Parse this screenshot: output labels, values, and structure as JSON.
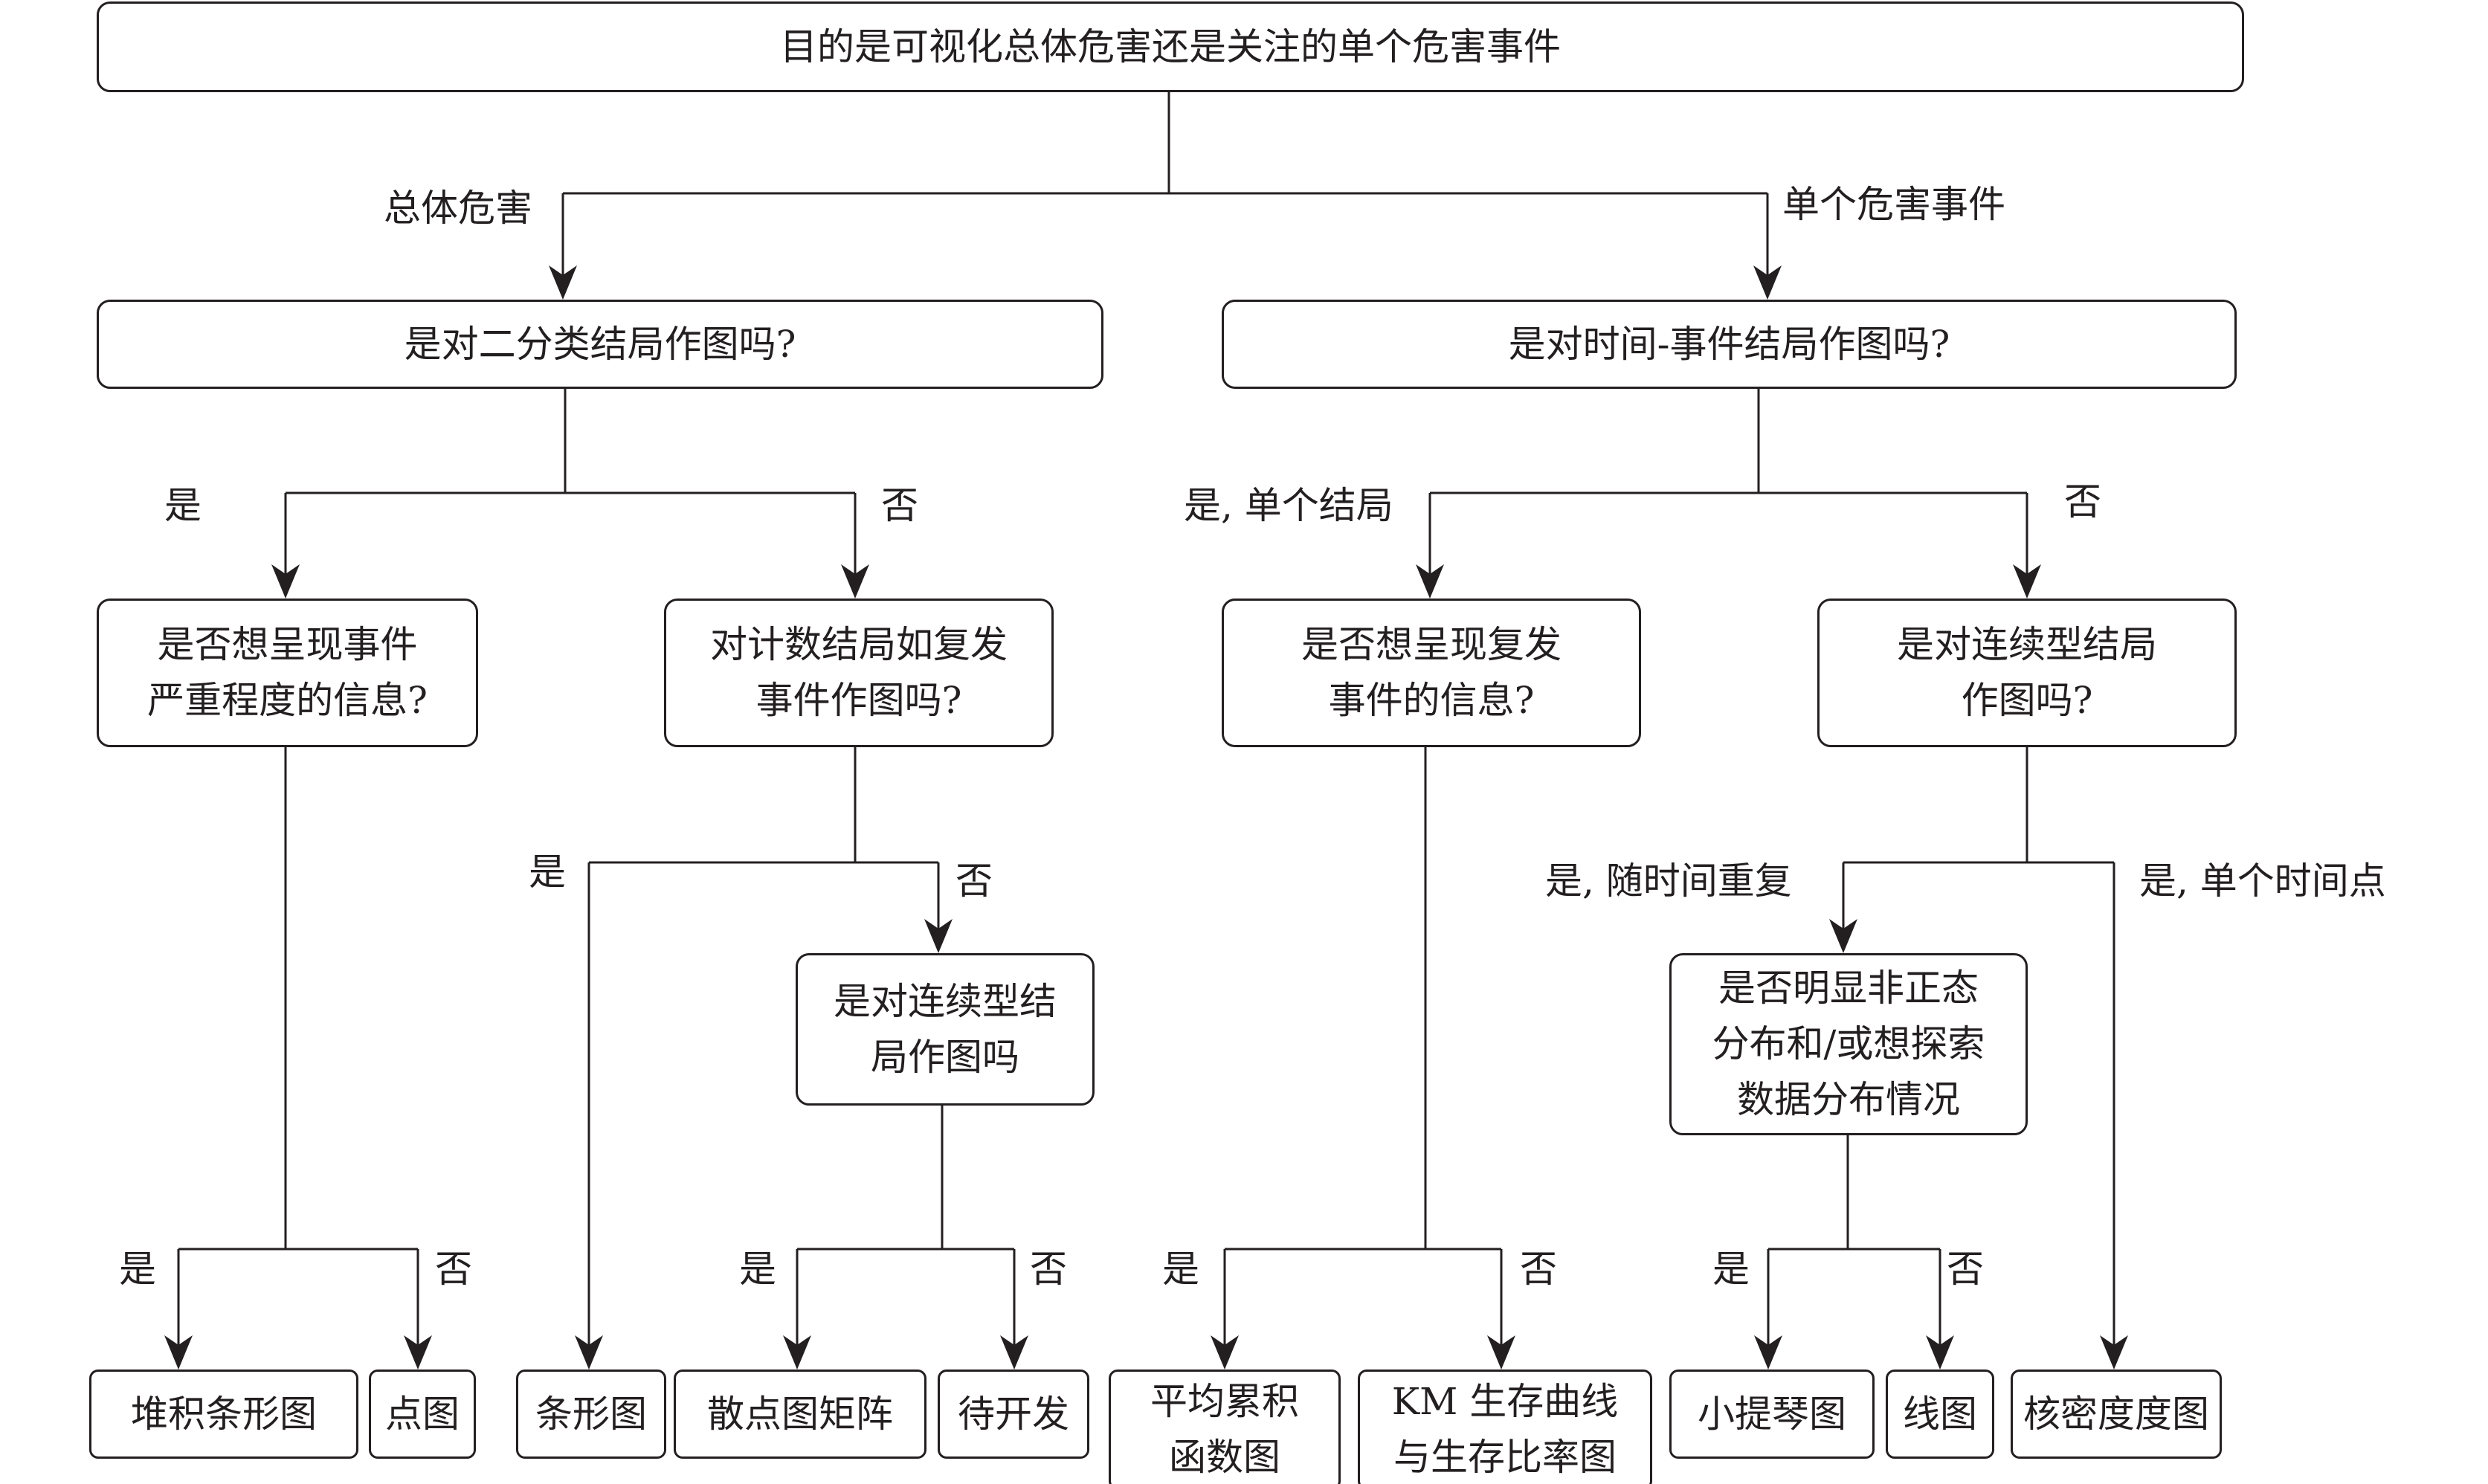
{
  "colors": {
    "line": "#231f20",
    "text": "#231f20",
    "background": "#ffffff"
  },
  "nodes": {
    "root": "目的是可视化总体危害还是关注的单个危害事件",
    "binary_q": "是对二分类结局作图吗?",
    "tte_q": "是对时间-事件结局作图吗?",
    "severity_q": "是否想呈现事件\n严重程度的信息?",
    "count_q": "对计数结局如复发\n事件作图吗?",
    "recurrent_q": "是否想呈现复发\n事件的信息?",
    "continuous_q1": "是对连续型结局\n作图吗?",
    "continuous_q2": "是对连续型结\n局作图吗",
    "nonnormal_q": "是否明显非正态\n分布和/或想探索\n数据分布情况"
  },
  "leaves": {
    "stacked_bar": "堆积条形图",
    "dot_plot": "点图",
    "bar_chart": "条形图",
    "scatter_matrix": "散点图矩阵",
    "to_develop": "待开发",
    "mean_cumulative": "平均累积\n函数图",
    "km_curve": "KM 生存曲线\n与生存比率图",
    "violin": "小提琴图",
    "line_plot": "线图",
    "density": "核密度度图"
  },
  "edge_labels": {
    "overall": "总体危害",
    "single_event": "单个危害事件",
    "binary_yes": "是",
    "binary_no": "否",
    "tte_yes_single": "是, 单个结局",
    "tte_no": "否",
    "count_yes": "是",
    "count_no": "否",
    "cont1_yes_repeated": "是, 随时间重复",
    "cont1_yes_single_time": "是, 单个时间点",
    "severity_yes": "是",
    "severity_no": "否",
    "cont2_yes": "是",
    "cont2_no": "否",
    "recurrent_yes": "是",
    "recurrent_no": "否",
    "nonnormal_yes": "是",
    "nonnormal_no": "否"
  }
}
